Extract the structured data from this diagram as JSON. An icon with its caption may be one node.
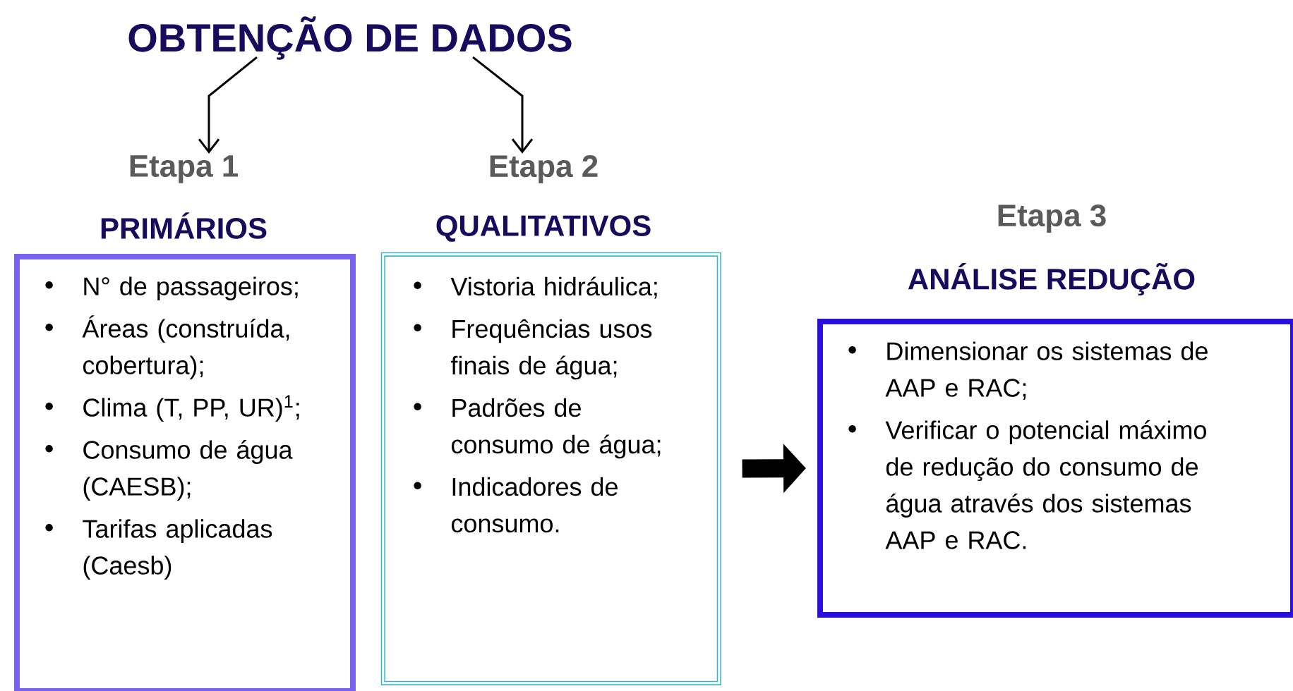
{
  "diagram": {
    "nodes": [
      {
        "text": [
          "OBTENÇÃO DE DADOS"
        ]
      },
      {
        "text": [
          "Etapa 1",
          "PRIMÁRIOS",
          "N° de passageiros;",
          "Áreas (construída, cobertura);",
          "Clima (T, PP, UR)$^{1}$;",
          "Consumo de água (CAESB);",
          "Tarifas aplicadas (Caesb)"
        ]
      },
      {
        "text": [
          "Etapa 2",
          "QUALITATIVOS",
          "Vistoria hidráulica;",
          "Frequências usos finais de água;",
          "Padrões de consumo de água;",
          "Indicadores de consumo."
        ]
      },
      {
        "text": [
          "Etapa 3",
          "ANÁLISE REDUÇÃO",
          "Dimensionar os sistemas de AAP e RAC;",
          "Verificar o potencial máximo de redução do consumo de água através dos sistemas AAP e RAC."
        ]
      }
    ],
    "edges": [
      {
        "from": 0,
        "to": 1,
        "arrow": "to"
      },
      {
        "from": 0,
        "to": 2,
        "arrow": "to"
      },
      {
        "from": 2,
        "to": 3,
        "arrow": "to",
        "style": "thick"
      }
    ]
  }
}
